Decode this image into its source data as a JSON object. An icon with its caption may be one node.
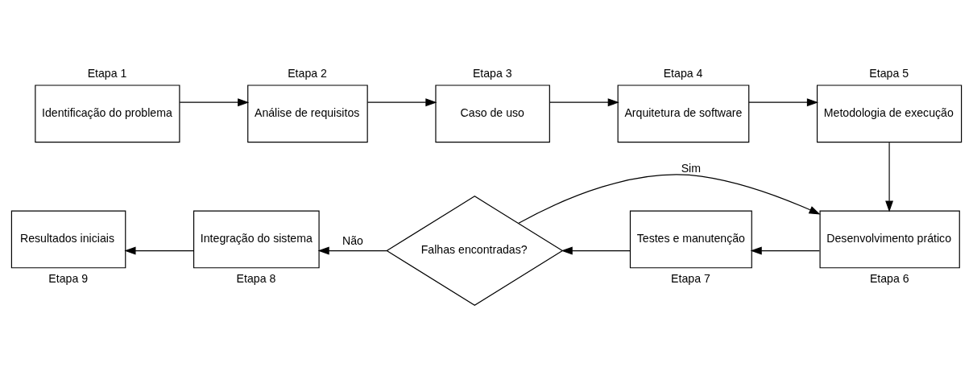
{
  "diagram": {
    "nodes": [
      {
        "text": [
          "Identificação do problema"
        ],
        "beside": [
          "Etapa 1"
        ]
      },
      {
        "text": [
          "Análise de requisitos"
        ],
        "beside": [
          "Etapa 2"
        ]
      },
      {
        "text": [
          "Caso de uso"
        ],
        "beside": [
          "Etapa 3"
        ]
      },
      {
        "text": [
          "Arquitetura de software"
        ],
        "beside": [
          "Etapa 4"
        ]
      },
      {
        "text": [
          "Metodologia de execução"
        ],
        "beside": [
          "Etapa 5"
        ]
      },
      {
        "text": [
          "Resultados iniciais"
        ],
        "beside": [
          "Etapa 9"
        ]
      },
      {
        "text": [
          "Integração do sistema"
        ],
        "beside": [
          "Etapa 8"
        ]
      },
      {
        "text": [
          "Falhas encontradas?"
        ]
      },
      {
        "text": [
          "Testes e manutenção"
        ],
        "beside": [
          "Etapa 7"
        ]
      },
      {
        "text": [
          "Desenvolvimento prático"
        ],
        "beside": [
          "Etapa 6"
        ]
      }
    ],
    "edges": [
      {
        "from": 0,
        "to": 1,
        "arrow": "to"
      },
      {
        "from": 1,
        "to": 2,
        "arrow": "to"
      },
      {
        "from": 2,
        "to": 3,
        "arrow": "to"
      },
      {
        "from": 3,
        "to": 4,
        "arrow": "to"
      },
      {
        "from": 4,
        "to": 9,
        "arrow": "to"
      },
      {
        "from": 9,
        "to": 8,
        "arrow": "to"
      },
      {
        "from": 8,
        "to": 7,
        "arrow": "to"
      },
      {
        "from": 7,
        "to": 6,
        "arrow": "to",
        "label": "Não"
      },
      {
        "from": 6,
        "to": 5,
        "arrow": "to"
      },
      {
        "from": 7,
        "to": 9,
        "arrow": "to",
        "label": "Sim"
      }
    ]
  }
}
